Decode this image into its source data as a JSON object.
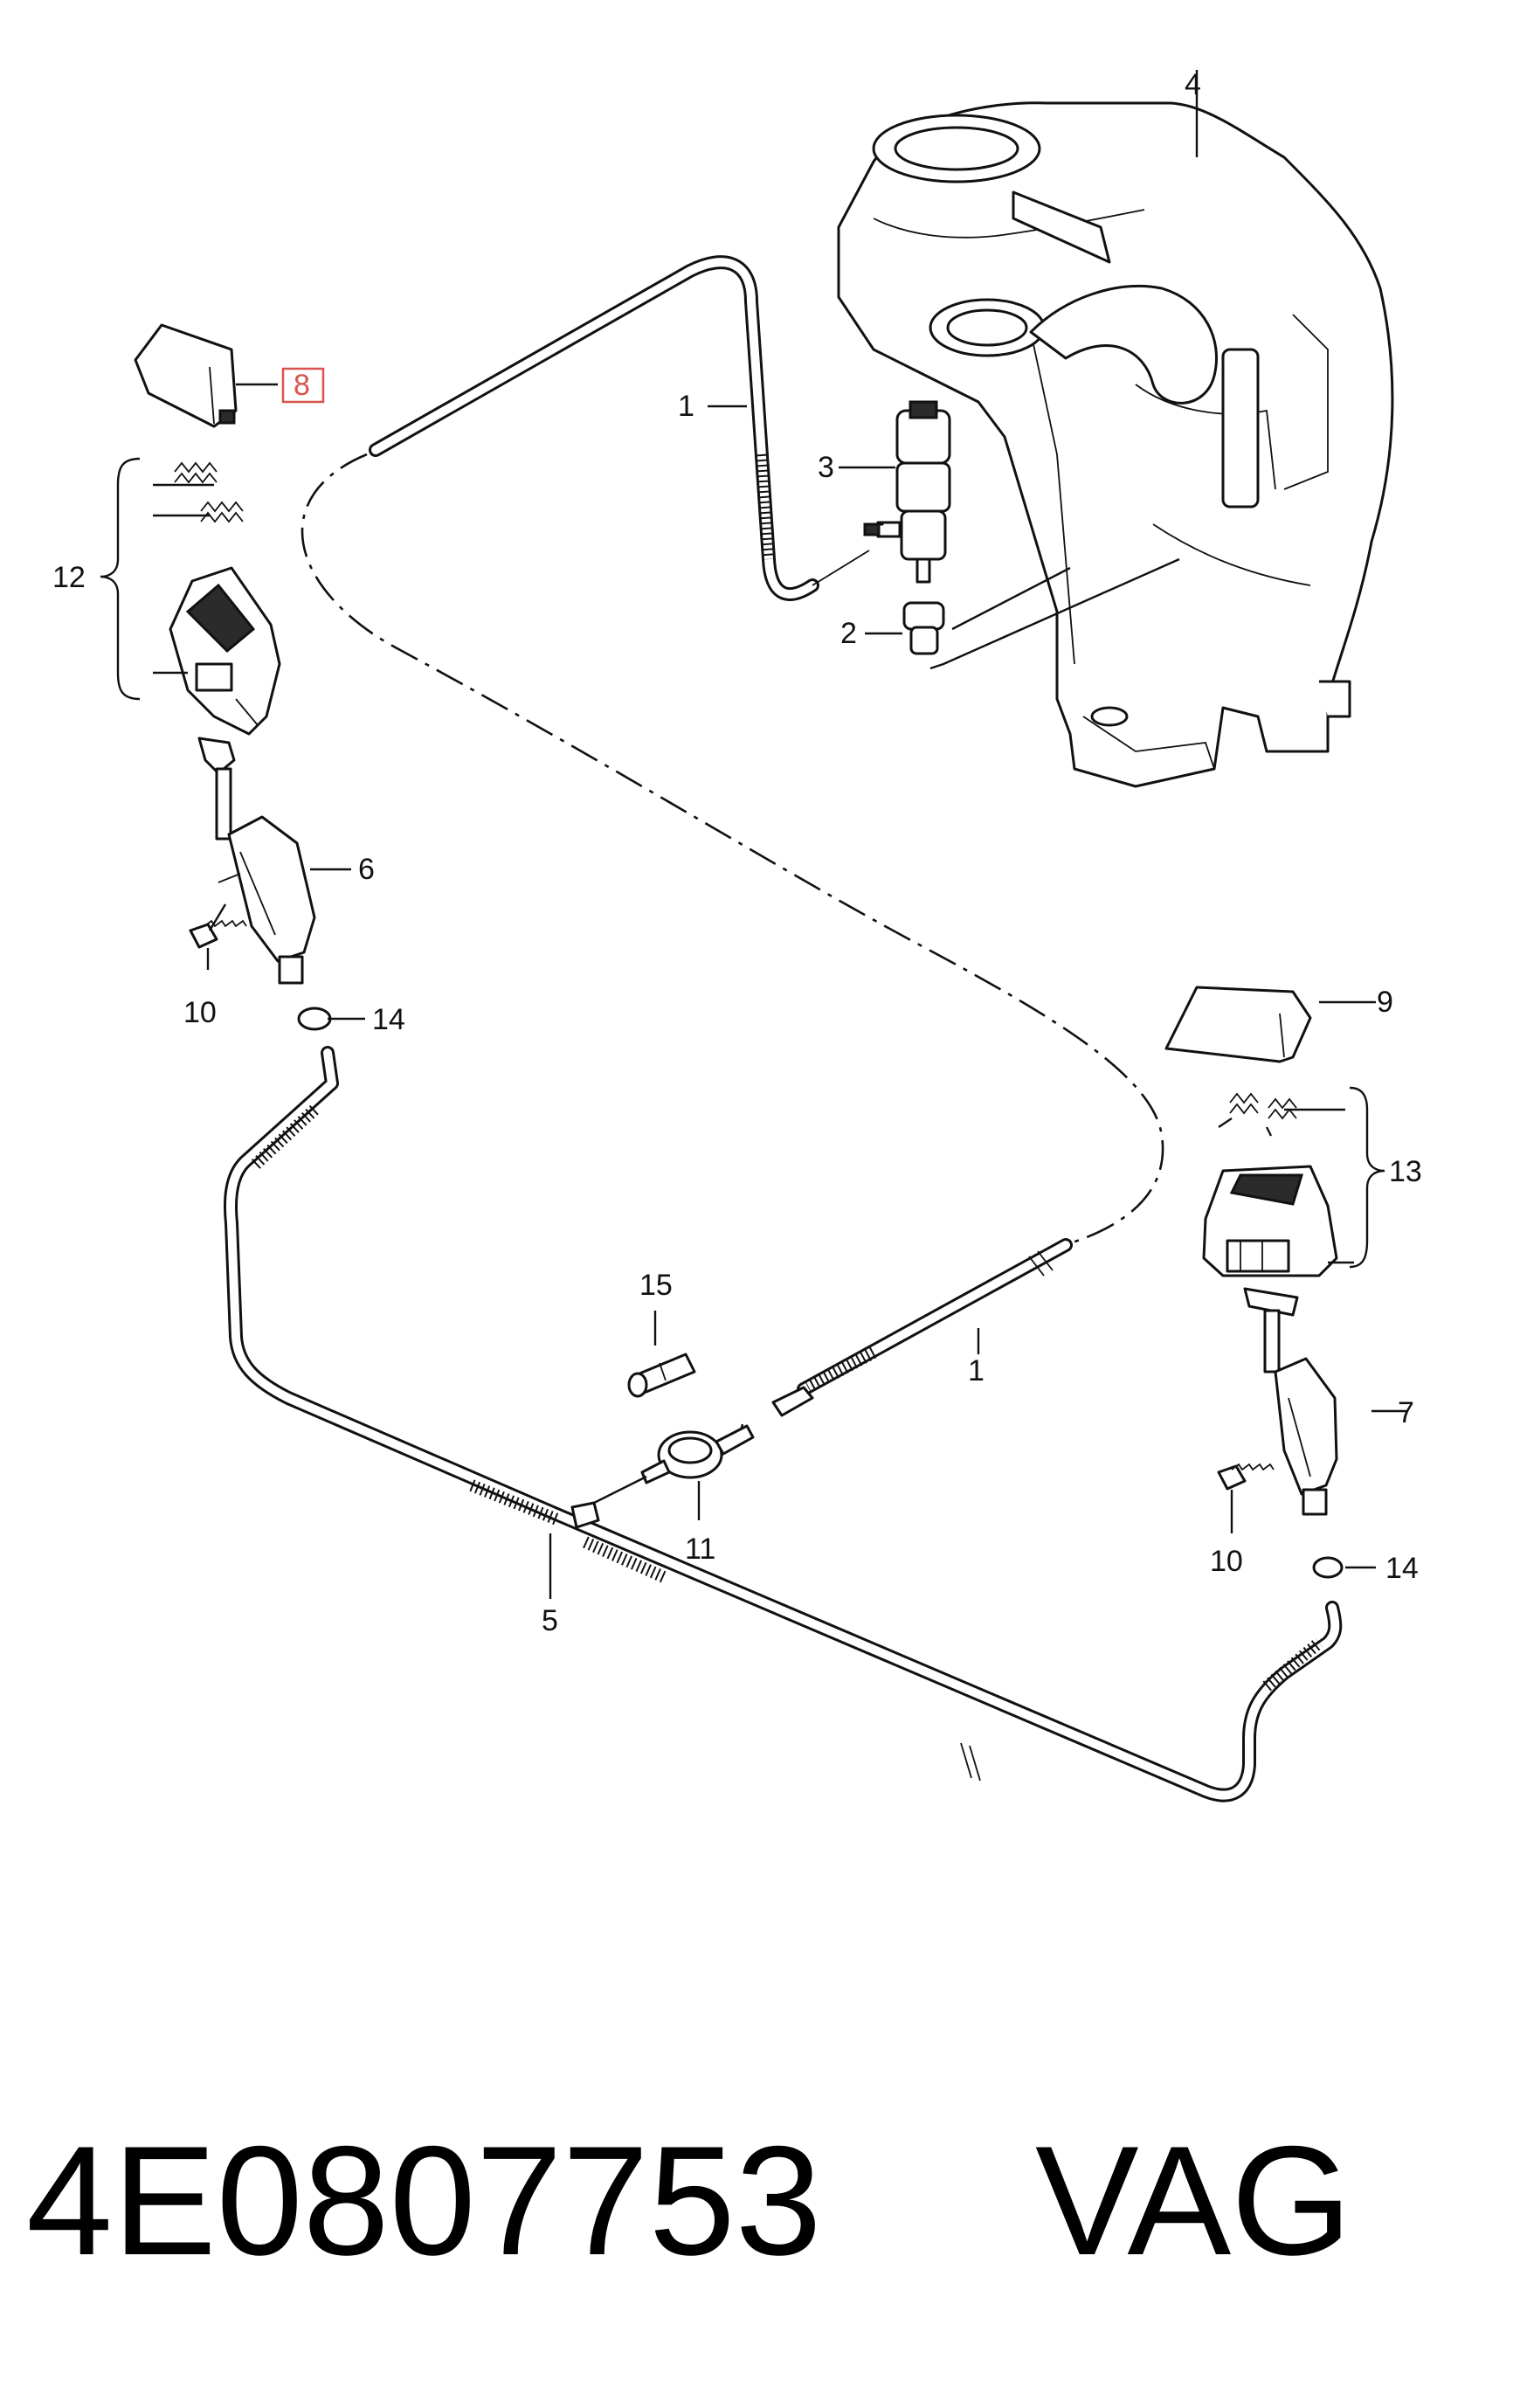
{
  "part_number": "4E0807753",
  "brand": "VAG",
  "highlighted_callout": "8",
  "highlight_color": "#d9534f",
  "callouts": {
    "c1a": "1",
    "c1b": "1",
    "c2": "2",
    "c3": "3",
    "c4": "4",
    "c5": "5",
    "c6": "6",
    "c7": "7",
    "c8": "8",
    "c9": "9",
    "c10a": "10",
    "c10b": "10",
    "c11": "11",
    "c12": "12",
    "c13": "13",
    "c14a": "14",
    "c14b": "14",
    "c15": "15"
  }
}
